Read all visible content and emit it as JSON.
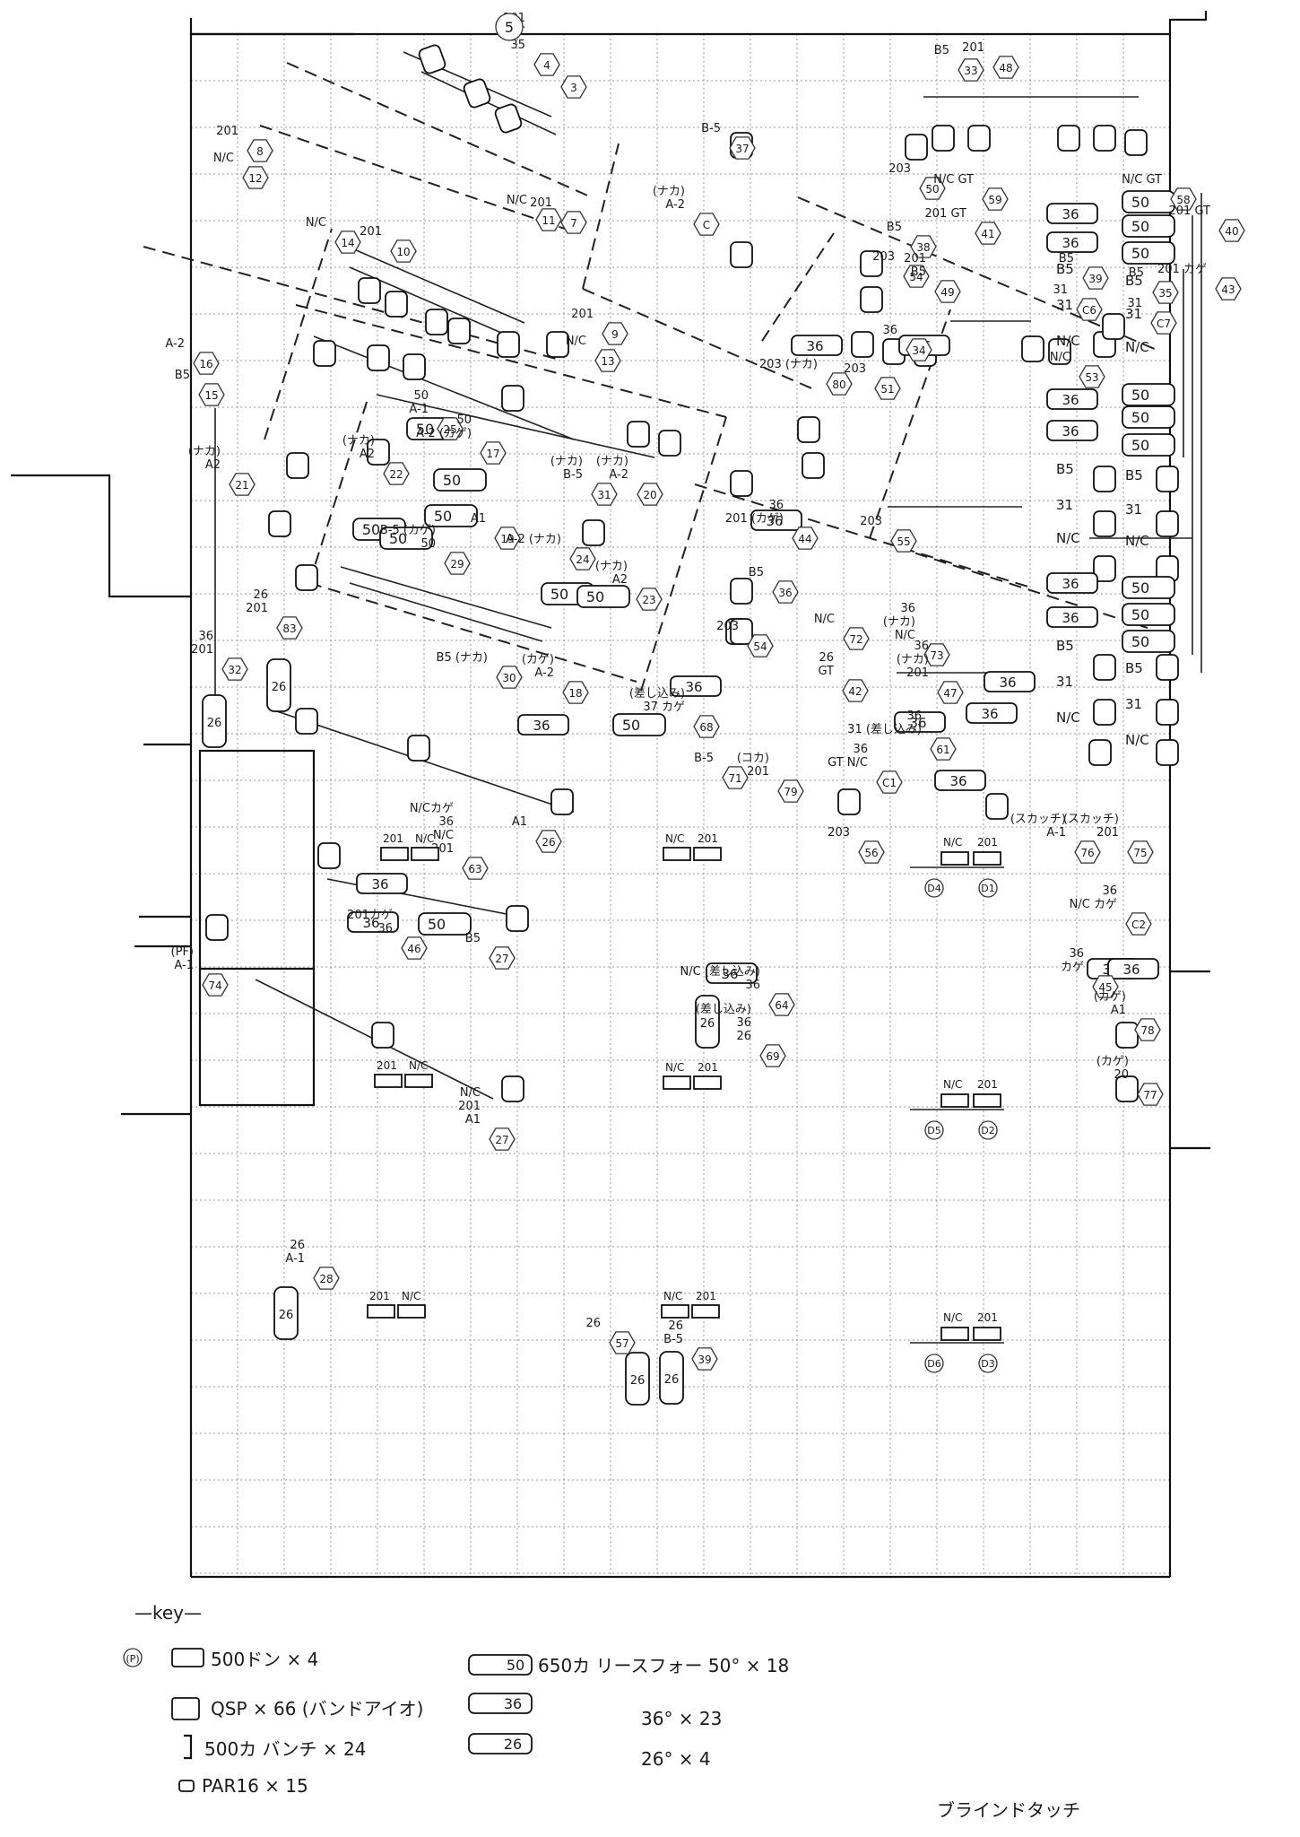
{
  "stage": {
    "top_label": "5"
  },
  "groups": [
    {
      "id": "4",
      "labels": [
        "35",
        "N/C",
        "201"
      ]
    },
    {
      "id": "3",
      "labels": []
    },
    {
      "id": "8",
      "labels": [
        "201"
      ]
    },
    {
      "id": "12",
      "labels": [
        "N/C"
      ]
    },
    {
      "id": "11",
      "labels": [
        "N/C"
      ]
    },
    {
      "id": "7",
      "labels": [
        "201"
      ]
    },
    {
      "id": "14",
      "labels": [
        "N/C"
      ]
    },
    {
      "id": "10",
      "labels": [
        "201"
      ]
    },
    {
      "id": "9",
      "labels": [
        "201"
      ]
    },
    {
      "id": "13",
      "labels": [
        "N/C"
      ]
    },
    {
      "id": "16",
      "labels": [
        "A-2"
      ]
    },
    {
      "id": "15",
      "labels": [
        "B5"
      ]
    },
    {
      "id": "25",
      "labels": [
        "A-1",
        "50"
      ]
    },
    {
      "id": "17",
      "labels": [
        "A-2 (カゲ)",
        "50"
      ]
    },
    {
      "id": "21",
      "labels": [
        "A2",
        "(ナカ)"
      ]
    },
    {
      "id": "22",
      "labels": [
        "A2",
        "(ナカ)"
      ]
    },
    {
      "id": "31",
      "labels": [
        "B-5",
        "(ナカ)"
      ]
    },
    {
      "id": "20",
      "labels": [
        "A-2",
        "(ナカ)"
      ]
    },
    {
      "id": "19",
      "labels": [
        "A1"
      ]
    },
    {
      "id": "29",
      "labels": [
        "50",
        "B-5 (カゲ)"
      ]
    },
    {
      "id": "24",
      "labels": [
        "A-2 (ナカ)"
      ]
    },
    {
      "id": "23",
      "labels": [
        "A2",
        "(ナカ)"
      ]
    },
    {
      "id": "30",
      "labels": [
        "B5 (ナカ)"
      ]
    },
    {
      "id": "18",
      "labels": [
        "A-2",
        "(カゲ)"
      ]
    },
    {
      "id": "32",
      "labels": [
        "201",
        "36"
      ]
    },
    {
      "id": "83",
      "labels": [
        "201",
        "26"
      ]
    },
    {
      "id": "26",
      "labels": [
        "A1"
      ]
    },
    {
      "id": "63",
      "labels": [
        "201",
        "N/C",
        "36",
        "N/Cカゲ"
      ]
    },
    {
      "id": "46",
      "labels": [
        "36",
        "201カゲ"
      ]
    },
    {
      "id": "27",
      "labels": [
        "B5"
      ]
    },
    {
      "id": "74",
      "labels": [
        "A-1",
        "(PF)"
      ]
    },
    {
      "id": "27b",
      "labels": [
        "A1",
        "201",
        "N/C"
      ]
    },
    {
      "id": "37",
      "labels": [
        "B-5"
      ]
    },
    {
      "id": "C",
      "labels": [
        "A-2",
        "(ナカ)"
      ]
    },
    {
      "id": "33",
      "labels": [
        "B5"
      ]
    },
    {
      "id": "48",
      "labels": [
        "201"
      ]
    },
    {
      "id": "50",
      "labels": [
        "203"
      ]
    },
    {
      "id": "59",
      "labels": [
        "N/C GT"
      ]
    },
    {
      "id": "41",
      "labels": [
        "201 GT"
      ]
    },
    {
      "id": "38",
      "labels": [
        "B5"
      ]
    },
    {
      "id": "54",
      "labels": [
        "203"
      ]
    },
    {
      "id": "49",
      "labels": [
        "B5",
        "201"
      ]
    },
    {
      "id": "34",
      "labels": [
        "36"
      ]
    },
    {
      "id": "80",
      "labels": [
        "203 (ナカ)"
      ]
    },
    {
      "id": "51",
      "labels": [
        "203"
      ]
    },
    {
      "id": "53",
      "labels": [
        "N/C"
      ]
    },
    {
      "id": "39",
      "labels": [
        "B5"
      ]
    },
    {
      "id": "C6",
      "labels": [
        "31"
      ]
    },
    {
      "id": "55",
      "labels": [
        "203"
      ]
    },
    {
      "id": "44",
      "labels": [
        "201 (カゲ)",
        "36"
      ]
    },
    {
      "id": "36",
      "labels": [
        "B5"
      ]
    },
    {
      "id": "54b",
      "labels": [
        "203"
      ]
    },
    {
      "id": "72",
      "labels": [
        "N/C"
      ]
    },
    {
      "id": "58",
      "labels": [
        "N/C GT"
      ]
    },
    {
      "id": "40",
      "labels": [
        "201 GT"
      ]
    },
    {
      "id": "43",
      "labels": [
        "201 カゲ"
      ]
    },
    {
      "id": "35",
      "labels": [
        "B5"
      ]
    },
    {
      "id": "C7",
      "labels": [
        "31"
      ]
    },
    {
      "id": "42",
      "labels": [
        "GT",
        "26"
      ]
    },
    {
      "id": "68",
      "labels": [
        "37 カゲ",
        "(差し込み)"
      ]
    },
    {
      "id": "71",
      "labels": [
        "B-5"
      ]
    },
    {
      "id": "79",
      "labels": [
        "201",
        "(コカ)"
      ]
    },
    {
      "id": "73",
      "labels": [
        "N/C",
        "(ナカ)",
        "36"
      ]
    },
    {
      "id": "47",
      "labels": [
        "201",
        "(ナカ)",
        "36"
      ]
    },
    {
      "id": "61",
      "labels": [
        "31 (差し込み)",
        "36"
      ]
    },
    {
      "id": "C1",
      "labels": [
        "GT N/C",
        "36"
      ]
    },
    {
      "id": "56",
      "labels": [
        "203"
      ]
    },
    {
      "id": "76",
      "labels": [
        "A-1",
        "(スカッチ)"
      ]
    },
    {
      "id": "75",
      "labels": [
        "201",
        "(スカッチ)"
      ]
    },
    {
      "id": "C2",
      "labels": [
        "N/C カゲ",
        "36"
      ]
    },
    {
      "id": "45",
      "labels": [
        "カゲ",
        "36"
      ]
    },
    {
      "id": "78",
      "labels": [
        "A1",
        "(カゲ)"
      ]
    },
    {
      "id": "77",
      "labels": [
        "20",
        "(カゲ)"
      ]
    },
    {
      "id": "64",
      "labels": [
        "36",
        "N/C (差し込み)"
      ]
    },
    {
      "id": "69",
      "labels": [
        "26",
        "36",
        "(差し込み)"
      ]
    },
    {
      "id": "28",
      "labels": [
        "A-1",
        "26"
      ]
    },
    {
      "id": "57",
      "labels": [
        "26"
      ]
    },
    {
      "id": "39b",
      "labels": [
        "B-5",
        "26"
      ]
    }
  ],
  "floor_units": [
    {
      "id": "D1",
      "labels": [
        "N/C",
        "201"
      ]
    },
    {
      "id": "D4",
      "labels": []
    },
    {
      "id": "D2",
      "labels": [
        "N/C",
        "201"
      ]
    },
    {
      "id": "D5",
      "labels": []
    },
    {
      "id": "D3",
      "labels": [
        "N/C",
        "201"
      ]
    },
    {
      "id": "D6",
      "labels": []
    }
  ],
  "floor_labels": [
    {
      "text": "201"
    },
    {
      "text": "N/C"
    },
    {
      "text": "N/C"
    },
    {
      "text": "201"
    },
    {
      "text": "201"
    },
    {
      "text": "N/C"
    },
    {
      "text": "N/C"
    },
    {
      "text": "201"
    },
    {
      "text": "201"
    },
    {
      "text": "N/C"
    },
    {
      "text": "N/C"
    },
    {
      "text": "201"
    }
  ],
  "right_labels": [
    "B5",
    "31",
    "N/C",
    "B5",
    "31",
    "N/C",
    "B5",
    "31",
    "N/C"
  ],
  "right_labels_b": [
    "B5",
    "31",
    "N/C",
    "B5",
    "31",
    "N/C",
    "B5",
    "31",
    "N/C"
  ],
  "fixture_numbers": {
    "f50": "50",
    "f36": "36",
    "f26": "26"
  },
  "key": {
    "title": "—key—",
    "items": [
      {
        "symbol": "(P)",
        "text": "500ドン × 4"
      },
      {
        "symbol": "",
        "text": "QSP × 66 (バンドアイオ)"
      },
      {
        "symbol": "",
        "text": "500カ バンチ × 24"
      },
      {
        "symbol": "",
        "text": "PAR16 × 15"
      },
      {
        "symbol": "50",
        "text": "650カ リースフォー 50° × 18"
      },
      {
        "symbol": "36",
        "text": "36° × 23"
      },
      {
        "symbol": "26",
        "text": "26° × 4"
      }
    ]
  },
  "signature": "ブラインドタッチ"
}
